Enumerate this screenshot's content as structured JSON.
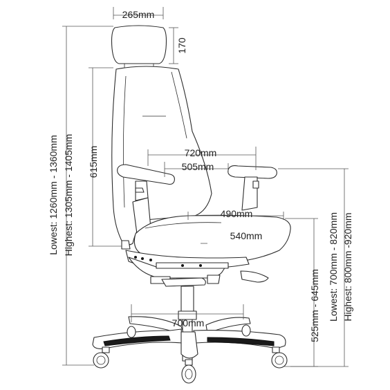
{
  "dimensions": {
    "headrest_width": "265mm",
    "headrest_height": "170",
    "overall_height_lowest": "Lowest: 1260mm - 1360mm",
    "overall_height_highest": "Highest: 1305mm - 1405mm",
    "backrest_height": "615mm",
    "arm_span_outer": "720mm",
    "arm_span_inner": "505mm",
    "seat_width": "490mm",
    "seat_depth": "540mm",
    "base_diameter": "700mm",
    "seat_height": "525mm - 645mm",
    "armrest_height_lowest": "Lowest: 700mm - 820mm",
    "armrest_height_highest": "Highest: 800mm -920mm"
  }
}
